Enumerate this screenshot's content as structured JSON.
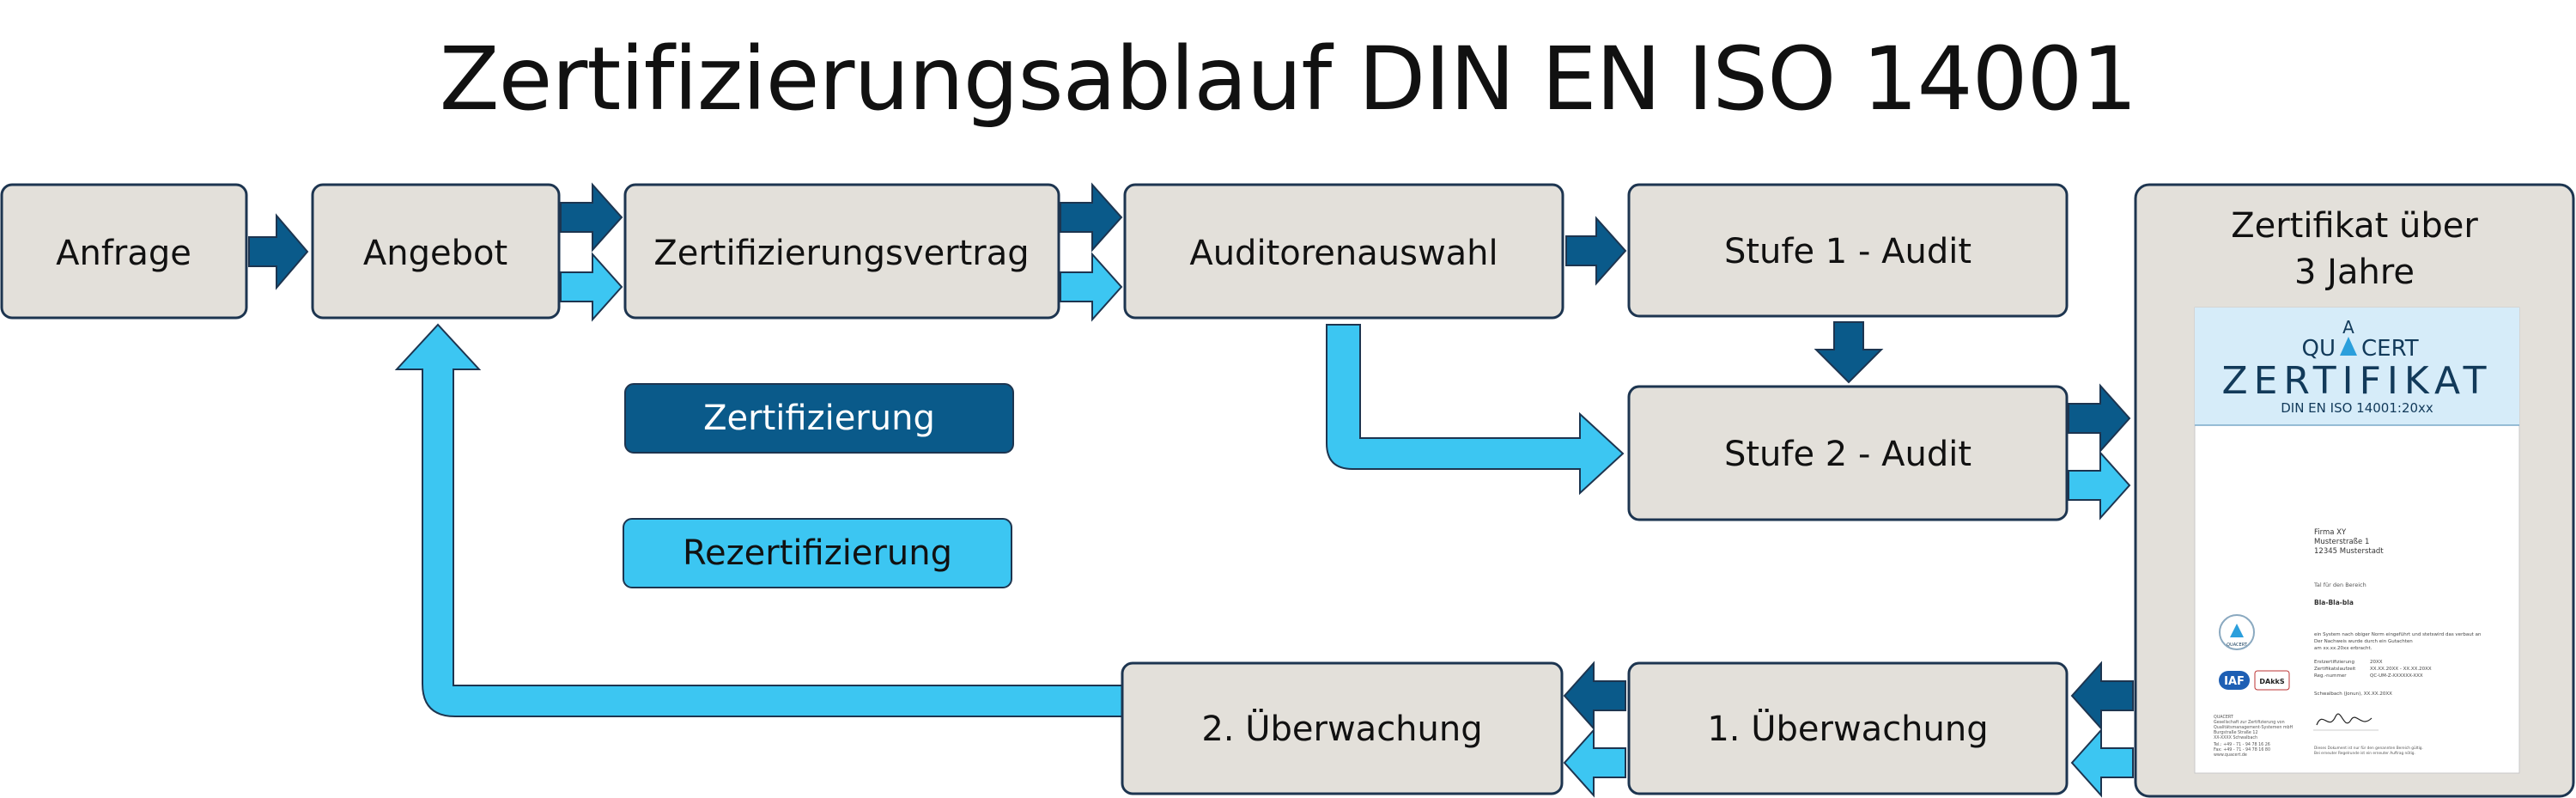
{
  "title": "Zertifizierungsablauf DIN EN ISO 14001",
  "nodes": {
    "anfrage": "Anfrage",
    "angebot": "Angebot",
    "vertrag": "Zertifizierungsvertrag",
    "auditoren": "Auditorenauswahl",
    "stufe1": "Stufe 1 - Audit",
    "stufe2": "Stufe 2 - Audit",
    "ueberwachung1": "1. Überwachung",
    "ueberwachung2": "2. Überwachung"
  },
  "certificate_panel": {
    "title_line1": "Zertifikat über",
    "title_line2": "3 Jahre"
  },
  "certificate_image": {
    "logo_left": "QU",
    "logo_top": "A",
    "logo_right": "CERT",
    "heading": "ZERTIFIKAT",
    "standard": "DIN EN ISO 14001:20xx",
    "company": "Firma XY",
    "street": "Musterstraße 1",
    "city": "12345 Musterstadt",
    "scope_label": "Tal für den Bereich",
    "scope_value": "Bla-Bla-bla",
    "body_line1": "ein System nach obiger Norm eingeführt und stetswird das verbaut an",
    "body_line2": "Der Nachweis wurde durch ein Gutachten",
    "body_line3": "am xx.xx.20xx erbracht.",
    "label_first": "Erstzertifizierung",
    "value_first": "20XX",
    "label_valid": "Zertifikatslaufzeit",
    "value_valid": "XX.XX.20XX - XX.XX.20XX",
    "label_reg": "Reg.-nummer",
    "value_reg": "QC-UM-Z-XXXXXX-XXX",
    "place_date": "Schwalbach (Jonun), XX.XX.20XX",
    "seal_text": "QUACERT",
    "iaf": "IAF",
    "dakks": "DAkkS",
    "footer_left1": "QUACERT",
    "footer_left2": "Gesellschaft zur Zertifizierung von",
    "footer_left3": "Qualitätsmanagement-Systemen mbH",
    "footer_left4": "Burgstraße Straße 12",
    "footer_left5": "XX-XXXX Schwalbach",
    "footer_left6": "Tel.: +49 - 71 - 94 78 16 26",
    "footer_left7": "Fax: +49 - 71 - 94 78 16 80",
    "footer_left8": "www.quacert.de",
    "footer_right1": "Dieses Dokument ist nur für den genannten Bereich gültig.",
    "footer_right2": "Bei erneuter Regelrunde ist ein erneuter Auftrag nötig."
  },
  "legend": {
    "zertifizierung": "Zertifizierung",
    "rezertifizierung": "Rezertifizierung"
  },
  "colors": {
    "box_fill": "#e3e0da",
    "box_stroke": "#1d3550",
    "dark_arrow": "#0a5a8a",
    "light_arrow": "#3cc6f2",
    "cert_header": "#d6ecf9",
    "legend_dark": "#0a5a8a",
    "legend_light": "#3cc6f2"
  }
}
